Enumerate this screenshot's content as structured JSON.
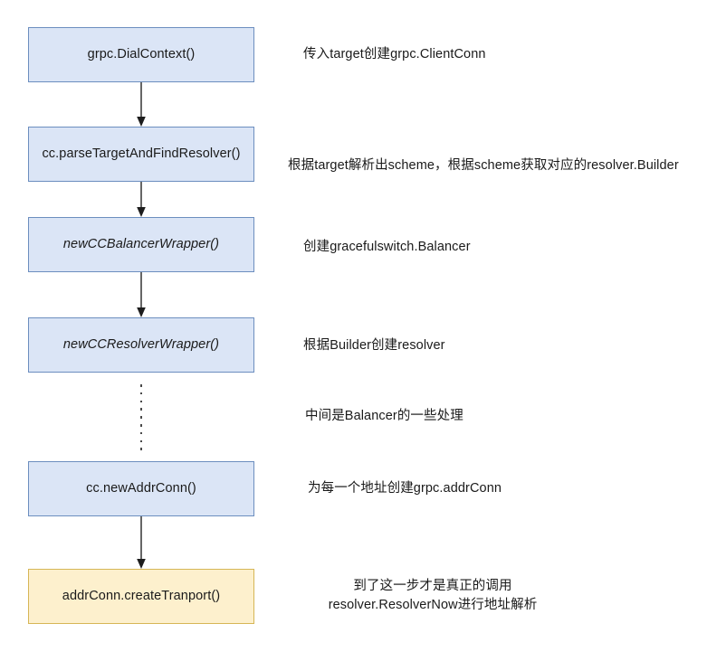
{
  "diagram": {
    "title": "grpc.DialContext call flow",
    "background_color": "#ffffff",
    "node_fill_blue": "#dbe5f6",
    "node_stroke_blue": "#6c8ebf",
    "node_fill_yellow": "#fdf0cd",
    "node_stroke_yellow": "#d6b656",
    "connector_color": "#1d1d1d",
    "dot_color": "#4a4a4a"
  },
  "nodes": [
    {
      "id": "dial-context",
      "label": "grpc.DialContext()",
      "style": "blue",
      "italic": false
    },
    {
      "id": "parse-target",
      "label": "cc.parseTargetAndFindResolver()",
      "style": "blue",
      "italic": false
    },
    {
      "id": "balancer-wrapper",
      "label": "newCCBalancerWrapper()",
      "style": "blue",
      "italic": true
    },
    {
      "id": "resolver-wrapper",
      "label": "newCCResolverWrapper()",
      "style": "blue",
      "italic": true
    },
    {
      "id": "new-addr-conn",
      "label": "cc.newAddrConn()",
      "style": "blue",
      "italic": false
    },
    {
      "id": "create-transport",
      "label": "addrConn.createTranport()",
      "style": "yellow",
      "italic": false
    }
  ],
  "connectors": [
    {
      "id": "dial-to-parse",
      "from": "dial-context",
      "to": "parse-target",
      "kind": "arrow"
    },
    {
      "id": "parse-to-balancer",
      "from": "parse-target",
      "to": "balancer-wrapper",
      "kind": "arrow"
    },
    {
      "id": "balancer-to-resolver",
      "from": "balancer-wrapper",
      "to": "resolver-wrapper",
      "kind": "arrow"
    },
    {
      "id": "resolver-to-addrconn",
      "from": "resolver-wrapper",
      "to": "new-addr-conn",
      "kind": "dotted",
      "dot_count": 9
    },
    {
      "id": "addrconn-to-transport",
      "from": "new-addr-conn",
      "to": "create-transport",
      "kind": "arrow"
    }
  ],
  "annotations": [
    {
      "id": "note-dial-context",
      "text": "传入target创建grpc.ClientConn",
      "align": "left"
    },
    {
      "id": "note-parse-target",
      "text": "根据target解析出scheme，根据scheme获取对应的resolver.Builder",
      "align": "left"
    },
    {
      "id": "note-balancer-wrapper",
      "text": "创建gracefulswitch.Balancer",
      "align": "left"
    },
    {
      "id": "note-resolver-wrapper",
      "text": "根据Builder创建resolver",
      "align": "left"
    },
    {
      "id": "note-middle-dots",
      "text": "中间是Balancer的一些处理",
      "align": "left"
    },
    {
      "id": "note-new-addr-conn",
      "text": "为每一个地址创建grpc.addrConn",
      "align": "left"
    },
    {
      "id": "note-create-transport",
      "text": "到了这一步才是真正的调用\nresolver.ResolverNow进行地址解析",
      "align": "center"
    }
  ]
}
